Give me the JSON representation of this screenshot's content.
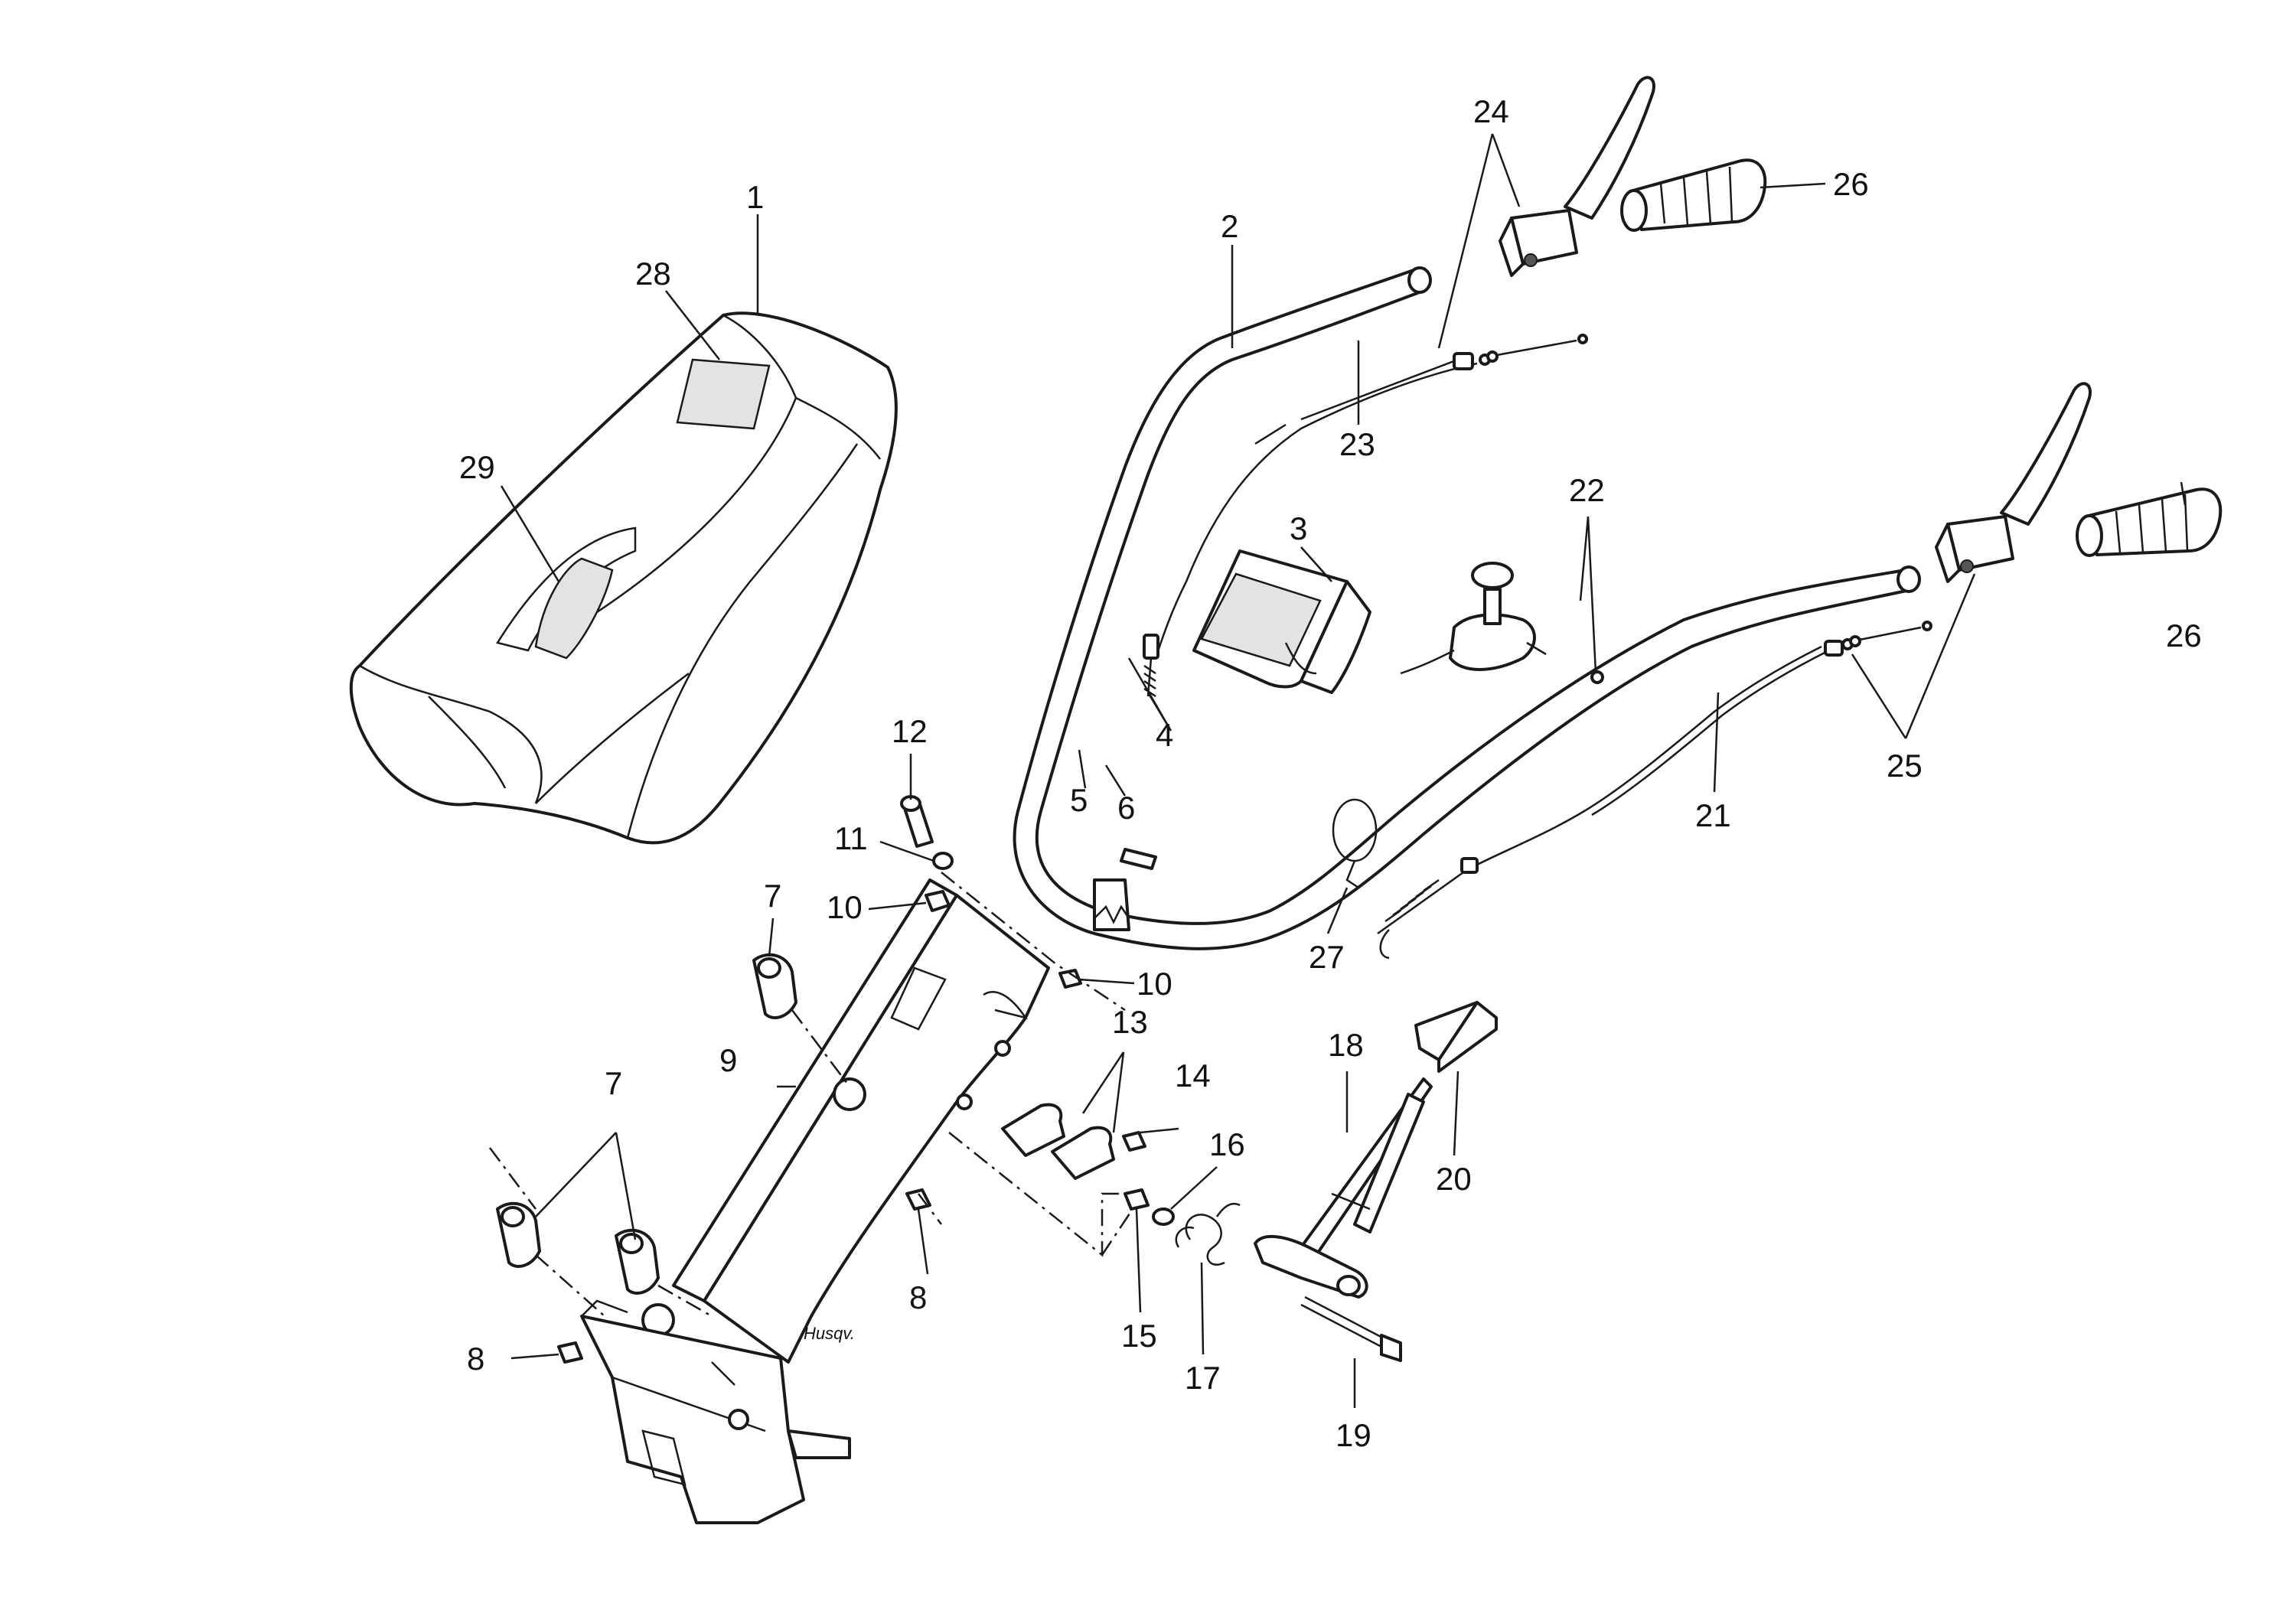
{
  "callouts": {
    "c1": "1",
    "c2": "2",
    "c3": "3",
    "c4": "4",
    "c5": "5",
    "c6": "6",
    "c7a": "7",
    "c7b": "7",
    "c8a": "8",
    "c8b": "8",
    "c9": "9",
    "c10a": "10",
    "c10b": "10",
    "c11": "11",
    "c12": "12",
    "c13": "13",
    "c14": "14",
    "c15": "15",
    "c16": "16",
    "c17": "17",
    "c18": "18",
    "c19": "19",
    "c20": "20",
    "c21": "21",
    "c22": "22",
    "c23": "23",
    "c24": "24",
    "c25": "25",
    "c26a": "26",
    "c26b": "26",
    "c27": "27",
    "c28": "28",
    "c29": "29"
  },
  "colors": {
    "ink": "#1a1a1a",
    "label_patch": "#e3e3e3",
    "background": "#ffffff"
  },
  "signature_text": "Husqv."
}
